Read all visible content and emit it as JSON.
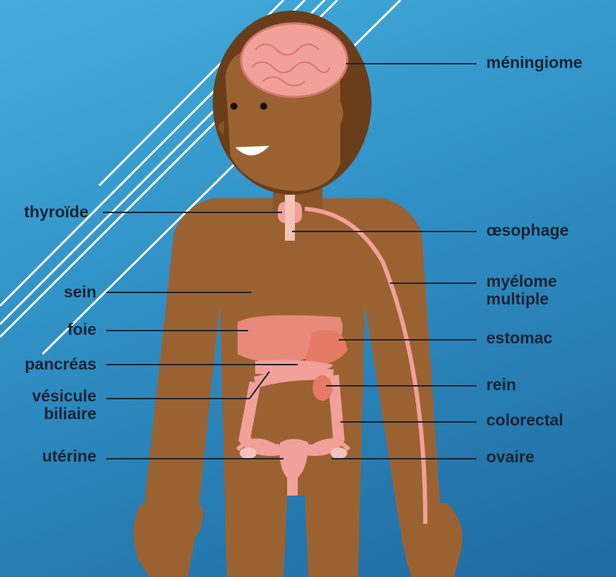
{
  "colors": {
    "background_top": "#45aede",
    "background_bottom": "#1f6aa0",
    "skin": "#9b6231",
    "hair": "#6a3d1a",
    "organ": "#f2a09a",
    "organ_dark": "#e57a65",
    "leader_line": "#1b2433",
    "text": "#1b2433"
  },
  "labels": {
    "meningiome": "méningiome",
    "thyroide": "thyroïde",
    "oesophage": "œsophage",
    "myelome_line1": "myélome",
    "myelome_line2": "multiple",
    "sein": "sein",
    "foie": "foie",
    "estomac": "estomac",
    "pancreas": "pancréas",
    "vesicule_line1": "vésicule",
    "vesicule_line2": "biliaire",
    "rein": "rein",
    "colorectal": "colorectal",
    "uterine": "utérine",
    "ovaire": "ovaire"
  }
}
